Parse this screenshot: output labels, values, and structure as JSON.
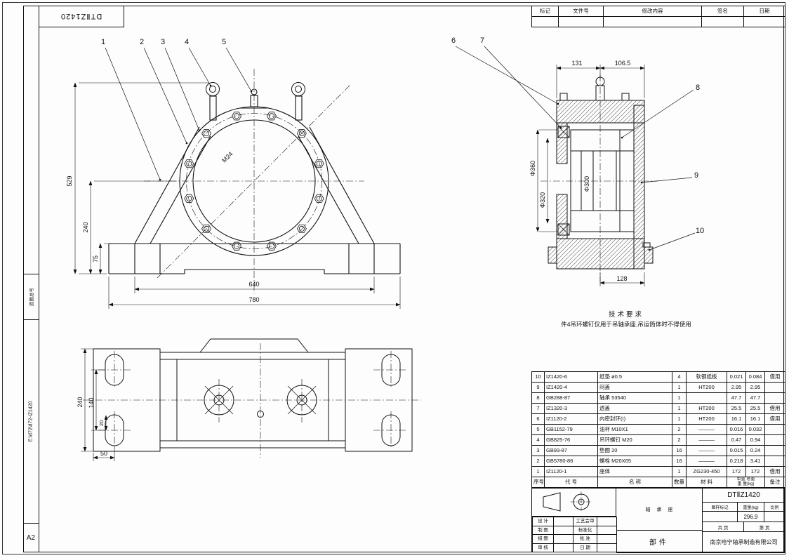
{
  "corner": {
    "drawing_no": "DTⅡZ1420"
  },
  "strip": {
    "record_label": "底图总号",
    "file": "E:\\d72\\d72-IZ1420",
    "size": "A2"
  },
  "revisions": {
    "headers": [
      "标记",
      "文件号",
      "修改内容",
      "签名",
      "日期"
    ]
  },
  "tech": {
    "title": "技术要求",
    "line": "件4吊环螺钉仅用于吊轴承座,吊运筒体时不得使用"
  },
  "balloons": [
    "1",
    "2",
    "3",
    "4",
    "5",
    "6",
    "7",
    "8",
    "9",
    "10"
  ],
  "dims": {
    "front": {
      "h640": "640",
      "h780": "780",
      "v529": "529",
      "v240": "240",
      "v75": "75",
      "thread": "M24"
    },
    "section": {
      "t131": "131",
      "t106": "106.5",
      "d360": "Φ360",
      "d320": "Φ320",
      "d300": "Φ300",
      "b128": "128"
    },
    "top": {
      "v240": "240",
      "v140": "140",
      "v20": "20",
      "h50": "50"
    }
  },
  "bom": {
    "headers": {
      "no": "序号",
      "code": "代  号",
      "name": "名  称",
      "qty": "数量",
      "mat": "材  料",
      "weight_top": "单重  总重",
      "weight_bottom": "重 量(kg)",
      "remark": "备注"
    },
    "rows": [
      {
        "no": "10",
        "code": "IZ1420-6",
        "name": "纸垫  ø0.5",
        "qty": "4",
        "mat": "软钢纸板",
        "unit": "0.021",
        "total": "0.084",
        "remark": "借用"
      },
      {
        "no": "9",
        "code": "IZ1420-4",
        "name": "闷盖",
        "qty": "1",
        "mat": "HT200",
        "unit": "2.95",
        "total": "2.95",
        "remark": ""
      },
      {
        "no": "8",
        "code": "GB288-87",
        "name": "轴承  53540",
        "qty": "1",
        "mat": "",
        "unit": "47.7",
        "total": "47.7",
        "remark": ""
      },
      {
        "no": "7",
        "code": "IZ1320-3",
        "name": "透盖",
        "qty": "1",
        "mat": "HT200",
        "unit": "25.5",
        "total": "25.5",
        "remark": "借用"
      },
      {
        "no": "6",
        "code": "IZ1120-2",
        "name": "内密封环(I)",
        "qty": "1",
        "mat": "HT200",
        "unit": "16.1",
        "total": "16.1",
        "remark": "借用"
      },
      {
        "no": "5",
        "code": "GB1152-79",
        "name": "油杯 M10X1",
        "qty": "2",
        "mat": "———",
        "unit": "0.016",
        "total": "0.032",
        "remark": ""
      },
      {
        "no": "4",
        "code": "GB825-76",
        "name": "吊环螺钉 M20",
        "qty": "2",
        "mat": "———",
        "unit": "0.47",
        "total": "0.94",
        "remark": ""
      },
      {
        "no": "3",
        "code": "GB93-87",
        "name": "垫圈  20",
        "qty": "16",
        "mat": "———",
        "unit": "0.015",
        "total": "0.24",
        "remark": ""
      },
      {
        "no": "2",
        "code": "GB5780-86",
        "name": "螺栓 M20X65",
        "qty": "16",
        "mat": "———",
        "unit": "0.218",
        "total": "3.41",
        "remark": ""
      },
      {
        "no": "1",
        "code": "IZ1120-1",
        "name": "座体",
        "qty": "1",
        "mat": "ZG230-450",
        "unit": "172",
        "total": "172",
        "remark": "借用"
      }
    ]
  },
  "titleblock": {
    "drawing_no": "DTⅡZ1420",
    "mark_label": "图样标记",
    "weight_label": "重量(kg)",
    "scale_label": "比例",
    "weight": "296.9",
    "part_name": "轴承座",
    "kind": "部件",
    "sheet_total": "共  页",
    "sheet_no": "第  页",
    "company": "南京哈宁轴承制造有限公司",
    "sig_left": [
      "设 计",
      "制 图",
      "描 图",
      "审 核"
    ],
    "sig_mid": [
      "工艺会审",
      "标准化",
      "批 准",
      "日 期"
    ]
  }
}
